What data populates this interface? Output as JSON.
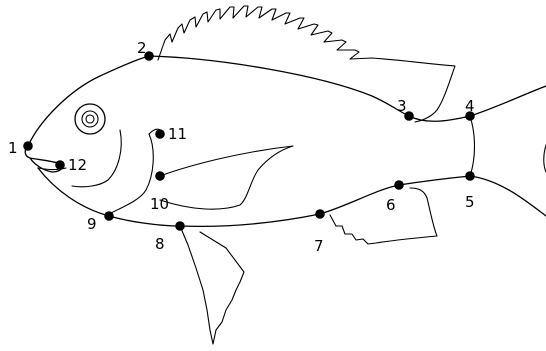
{
  "diagram": {
    "landmarks": [
      {
        "label": "1"
      },
      {
        "label": "2"
      },
      {
        "label": "3"
      },
      {
        "label": "4"
      },
      {
        "label": "5"
      },
      {
        "label": "6"
      },
      {
        "label": "7"
      },
      {
        "label": "8"
      },
      {
        "label": "9"
      },
      {
        "label": "10"
      },
      {
        "label": "11"
      },
      {
        "label": "12"
      }
    ]
  }
}
